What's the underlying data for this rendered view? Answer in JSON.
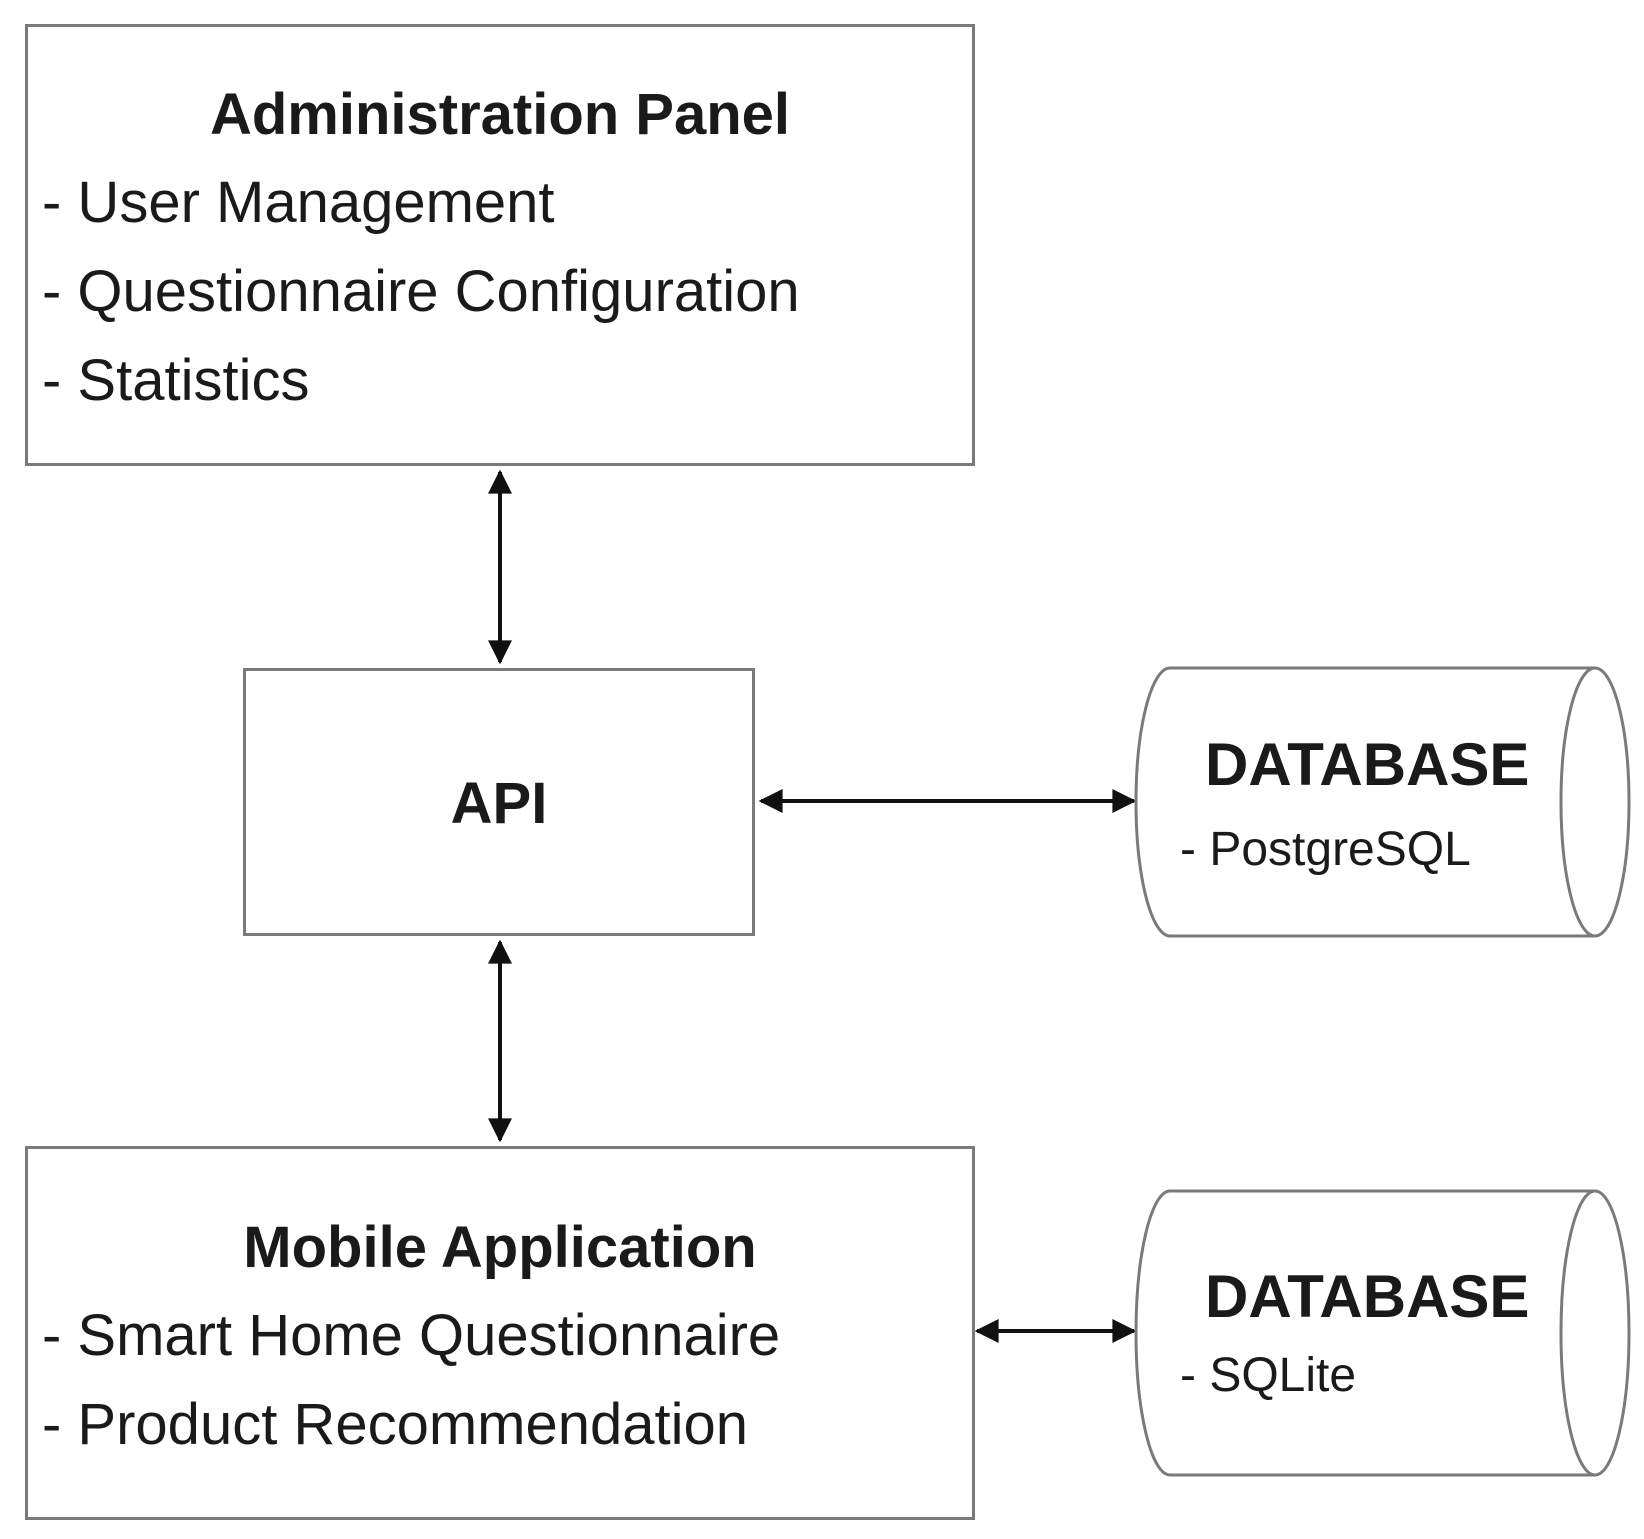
{
  "admin_panel": {
    "title": "Administration Panel",
    "items": [
      "- User Management",
      "- Questionnaire Configuration",
      "- Statistics"
    ]
  },
  "api": {
    "title": "API"
  },
  "mobile_app": {
    "title": "Mobile Application",
    "items": [
      "- Smart Home Questionnaire",
      "- Product Recommendation"
    ]
  },
  "server_db": {
    "title": "DATABASE",
    "item": "- PostgreSQL"
  },
  "local_db": {
    "title": "DATABASE",
    "item": "- SQLite"
  },
  "colors": {
    "border": "#7a7a7a",
    "arrow": "#111111",
    "text": "#1a1a1a"
  }
}
